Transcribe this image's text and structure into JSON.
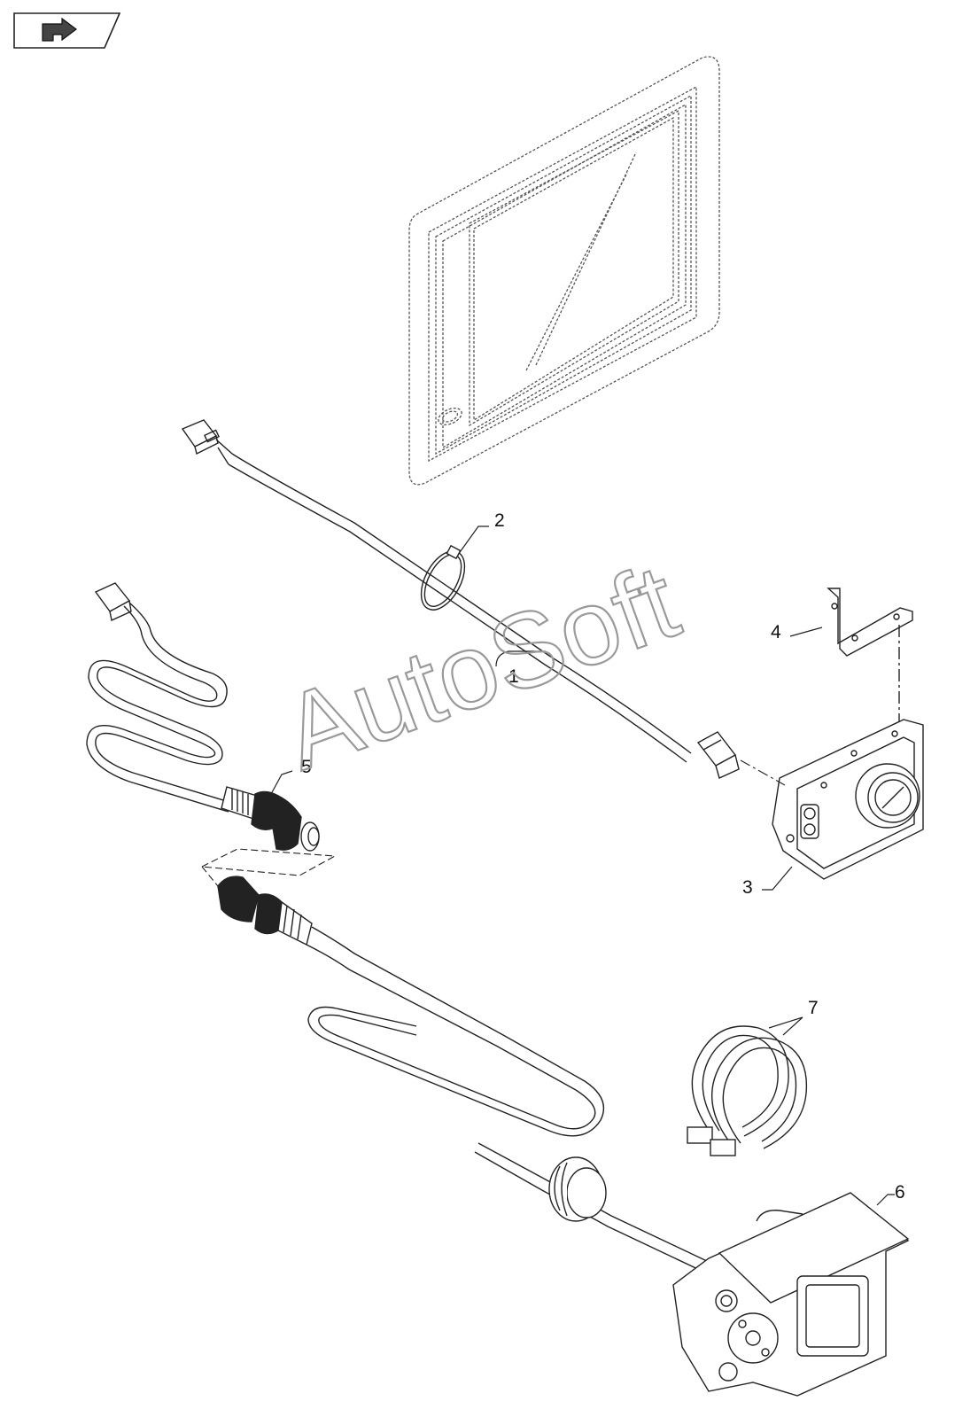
{
  "diagram": {
    "nav_icon": "arrow-pointer-icon",
    "callouts": {
      "c1": "1",
      "c2": "2",
      "c3": "3",
      "c4": "4",
      "c5": "5",
      "c6": "6",
      "c7": "7"
    },
    "watermark": "AutoSoft",
    "colors": {
      "line": "#222222",
      "phantom": "#555555",
      "watermark": "#9a9a9a"
    }
  }
}
